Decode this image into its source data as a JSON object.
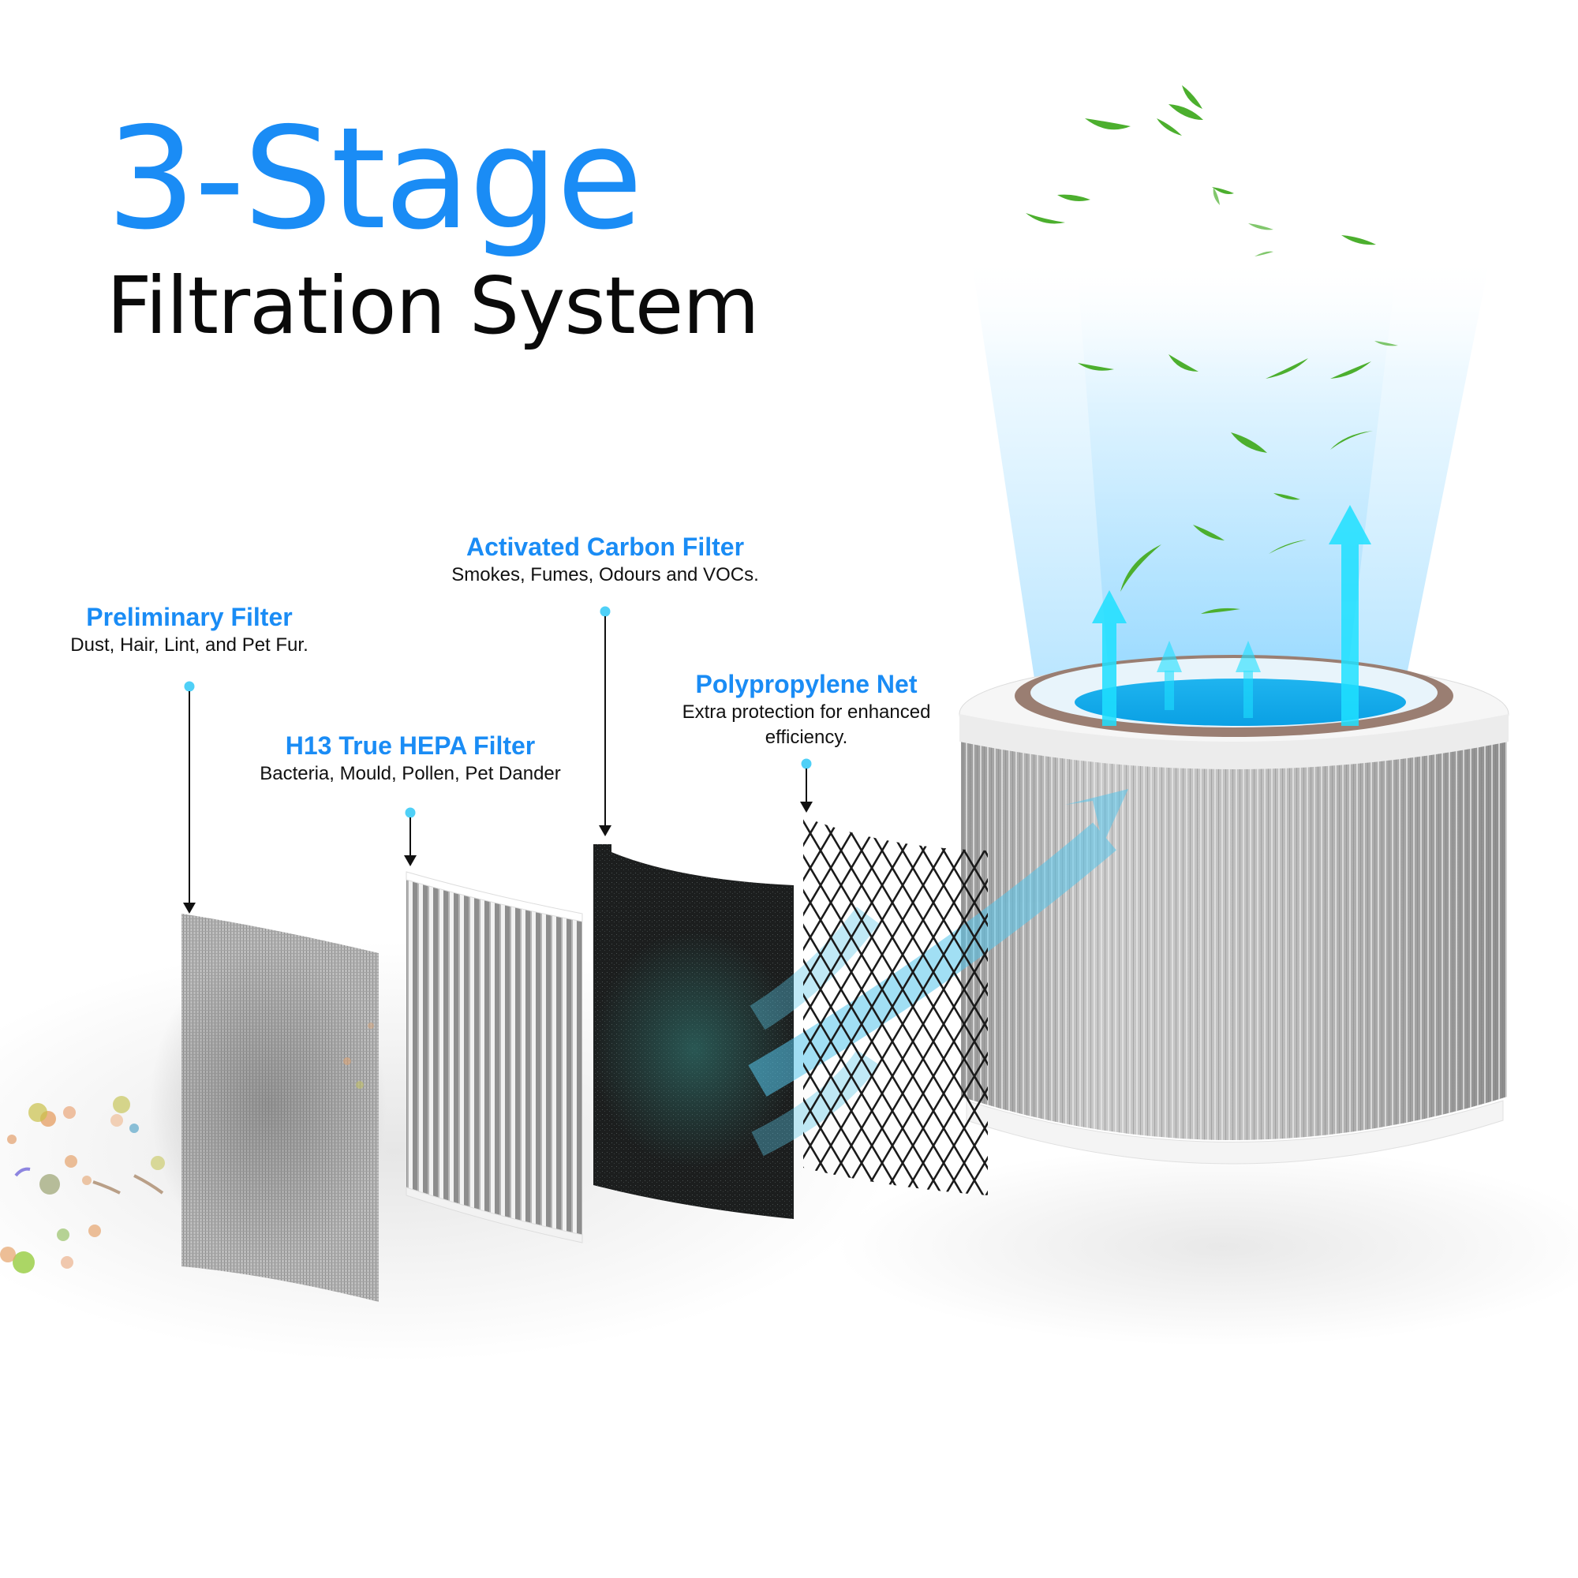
{
  "title": {
    "main": "3-Stage",
    "sub": "Filtration System",
    "main_color": "#1a8cf5",
    "sub_color": "#0a0a0a"
  },
  "stages": [
    {
      "id": "preliminary",
      "name": "Preliminary Filter",
      "description": "Dust, Hair, Lint, and Pet Fur.",
      "material": "fine grey mesh"
    },
    {
      "id": "hepa",
      "name": "H13 True HEPA Filter",
      "description": "Bacteria, Mould, Pollen, Pet Dander",
      "material": "white pleated media"
    },
    {
      "id": "carbon",
      "name": "Activated Carbon Filter",
      "description": "Smokes, Fumes, Odours and VOCs.",
      "material": "black carbon sheet"
    },
    {
      "id": "net",
      "name": "Polypropylene Net",
      "description_lines": [
        "Extra protection for enhanced",
        "efficiency."
      ],
      "material": "black diamond mesh"
    }
  ],
  "colors": {
    "label_blue": "#1a8cf5",
    "dot_cyan": "#4fd0f7",
    "airflow_cyan": "#1ee0ff",
    "leaf_green": "#4caf2e",
    "ring_brown": "#9a7e72",
    "carbon_black": "#1b1d1d",
    "filter_grey": "#b8b8b8"
  },
  "icons": {
    "airflow": "up-arrow-icon",
    "leaves": "leaf-icon",
    "particles": "particle-icon"
  }
}
